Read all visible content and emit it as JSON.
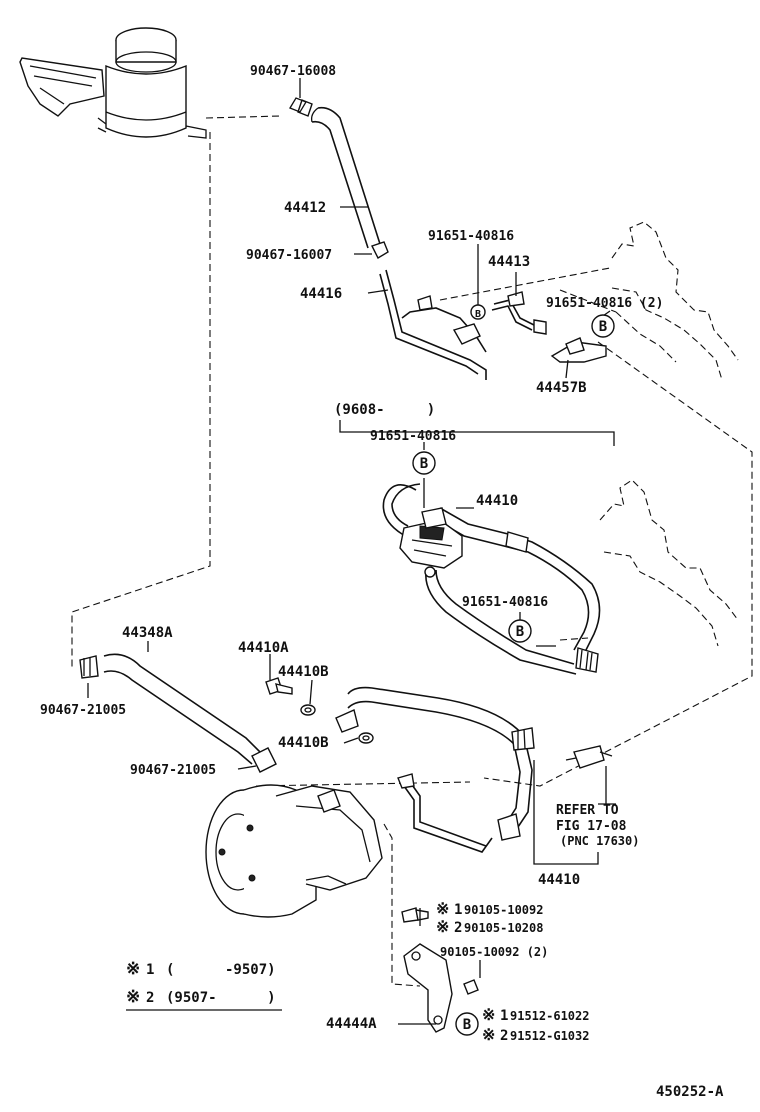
{
  "labels": {
    "p_90467_16008": "90467-16008",
    "p_44412": "44412",
    "p_90467_16007": "90467-16007",
    "p_44416": "44416",
    "p_91651_40816_a": "91651-40816",
    "p_44413": "44413",
    "p_91651_40816_2": "91651-40816 (2)",
    "p_44457B": "44457B",
    "range_9608": "(9608-     )",
    "p_91651_40816_b": "91651-40816",
    "p_44410_a": "44410",
    "p_91651_40816_c": "91651-40816",
    "p_44348A": "44348A",
    "p_90467_21005_a": "90467-21005",
    "p_44410A": "44410A",
    "p_44410B_a": "44410B",
    "p_44410B_b": "44410B",
    "p_90467_21005_b": "90467-21005",
    "refer_line1": "REFER TO",
    "refer_line2": "FIG 17-08",
    "refer_line3": "(PNC 17630)",
    "p_44410_b": "44410",
    "mark1_num": "1",
    "p_90105_10092": "90105-10092",
    "mark2_num": "2",
    "p_90105_10208": "90105-10208",
    "p_90105_10092_2": "90105-10092 (2)",
    "legend1_range": "(      -9507)",
    "legend2_range": "(9507-      )",
    "p_44444A": "44444A",
    "p_91512_61022": "91512-61022",
    "p_91512_G1032": "91512-G1032",
    "diagram_id": "450252-A",
    "ref_mark": "※",
    "circle_b": "B"
  }
}
